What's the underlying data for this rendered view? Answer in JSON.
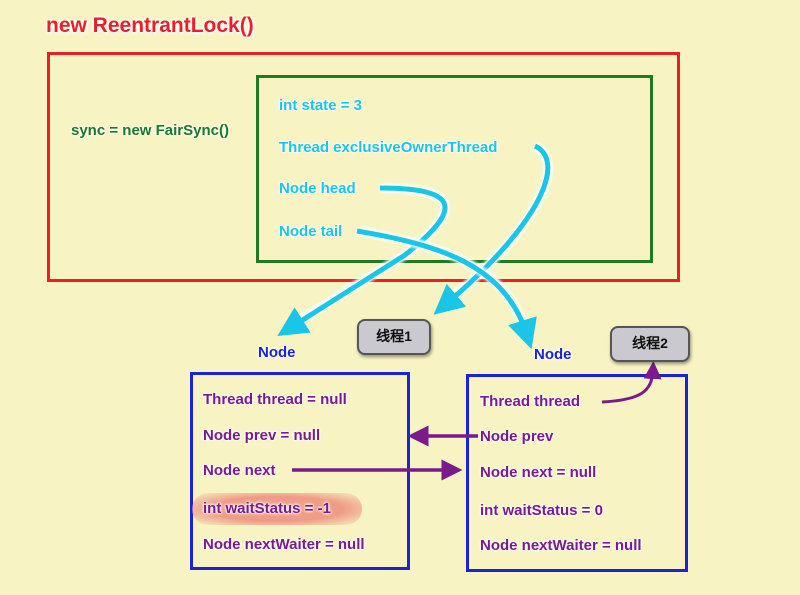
{
  "title": "new ReentrantLock()",
  "sync_label": "sync = new FairSync()",
  "fair_sync": {
    "state": "int state = 3",
    "owner": "Thread exclusiveOwnerThread",
    "head": "Node head",
    "tail": "Node tail"
  },
  "threads": {
    "thread1": "线程1",
    "thread2": "线程2"
  },
  "node1": {
    "label": "Node",
    "thread": "Thread thread = null",
    "prev": "Node prev = null",
    "next": "Node next",
    "wait_status": "int waitStatus = -1",
    "next_waiter": "Node nextWaiter = null"
  },
  "node2": {
    "label": "Node",
    "thread": "Thread thread",
    "prev": "Node prev",
    "next": "Node next = null",
    "wait_status": "int waitStatus = 0",
    "next_waiter": "Node nextWaiter = null"
  },
  "colors": {
    "red": "#e8202a",
    "green": "#1f7a22",
    "cyan": "#19c6e8",
    "blue": "#1a23d6",
    "purple": "#7a1a8c",
    "background": "#f7f3c2"
  }
}
